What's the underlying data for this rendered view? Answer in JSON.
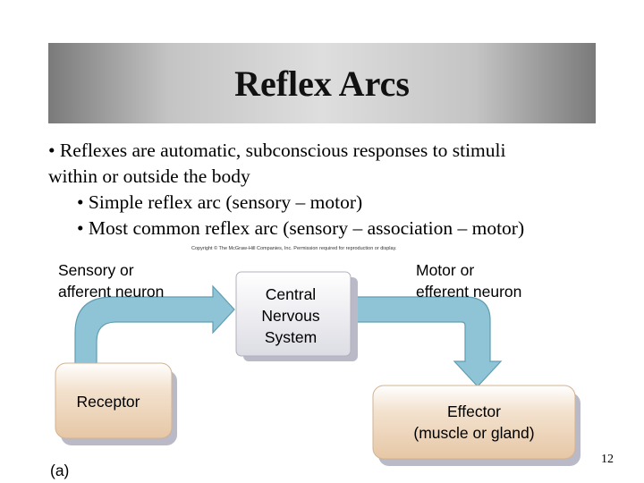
{
  "title": "Reflex Arcs",
  "bullets": {
    "main_line1": "• Reflexes are automatic, subconscious responses to stimuli",
    "main_line2": "within or outside the body",
    "sub1": "• Simple reflex arc (sensory – motor)",
    "sub2": "• Most common reflex arc (sensory – association – motor)"
  },
  "copyright": "Copyright © The McGraw-Hill Companies, Inc. Permission required for reproduction or display.",
  "diagram": {
    "sensory_label_1": "Sensory or",
    "sensory_label_2": "afferent neuron",
    "cns_1": "Central",
    "cns_2": "Nervous",
    "cns_3": "System",
    "motor_label_1": "Motor or",
    "motor_label_2": "efferent neuron",
    "receptor": "Receptor",
    "effector_1": "Effector",
    "effector_2": "(muscle or gland)",
    "panel_label": "(a)",
    "colors": {
      "box_fill": "#f0dcc6",
      "box_shadow": "#b9b9c7",
      "arrow": "#8fc4d6",
      "arrow_stroke": "#5f9db2",
      "cns_fill": "#e9e9ee"
    }
  },
  "page_number": "12"
}
